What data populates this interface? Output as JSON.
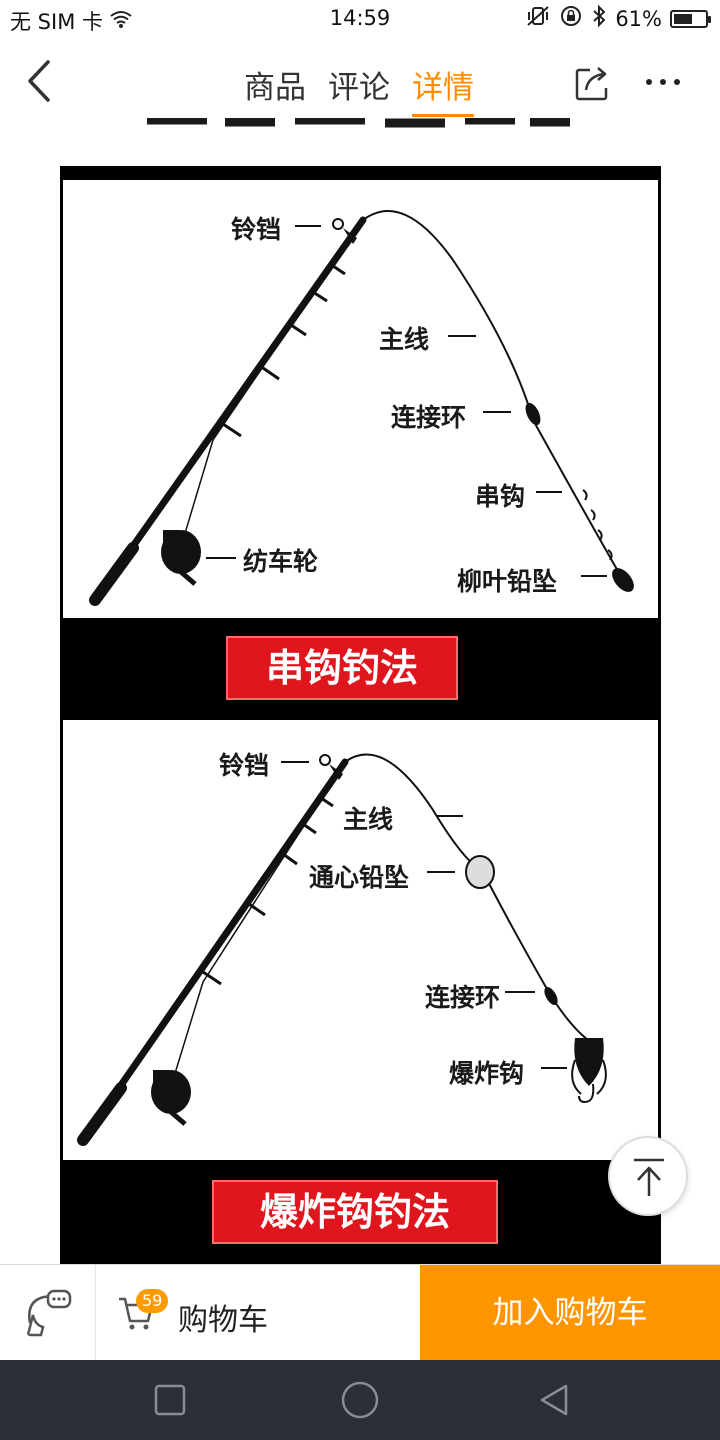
{
  "status_bar": {
    "carrier": "无 SIM 卡",
    "time": "14:59",
    "battery_percent": "61%",
    "battery_level": 0.61
  },
  "nav": {
    "tabs": [
      {
        "label": "商品",
        "active": false
      },
      {
        "label": "评论",
        "active": false
      },
      {
        "label": "详情",
        "active": true
      }
    ]
  },
  "figure": {
    "panel1": {
      "labels": {
        "bell": "铃铛",
        "main_line": "主线",
        "swivel": "连接环",
        "string_hooks": "串钩",
        "reel": "纺车轮",
        "willow_sinker": "柳叶铅坠"
      },
      "banner": "串钩钓法"
    },
    "panel2": {
      "labels": {
        "bell": "铃铛",
        "main_line": "主线",
        "sliding_sinker": "通心铅坠",
        "swivel": "连接环",
        "explosion_hook": "爆炸钩"
      },
      "banner": "爆炸钩钓法"
    }
  },
  "action_bar": {
    "cart_label": "购物车",
    "cart_count": "59",
    "add_to_cart": "加入购物车"
  },
  "colors": {
    "accent": "#ff8c00",
    "add_to_cart_bg": "#ff9500",
    "banner_red": "#e0161f",
    "system_nav_bg": "#2c2f36"
  }
}
